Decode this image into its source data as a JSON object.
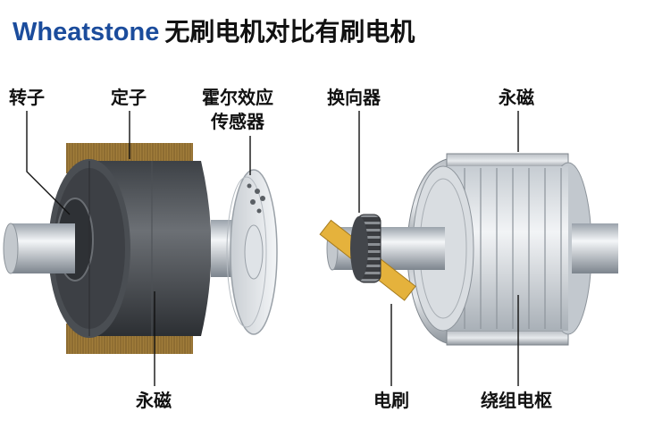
{
  "title": {
    "brand": "Wheatstone",
    "text": "无刷电机对比有刷电机"
  },
  "brushless": {
    "rotor": "转子",
    "stator": "定子",
    "hall_sensor_line1": "霍尔效应",
    "hall_sensor_line2": "传感器",
    "magnet": "永磁"
  },
  "brushed": {
    "commutator": "换向器",
    "magnet": "永磁",
    "brush": "电刷",
    "armature": "绕组电枢"
  },
  "colors": {
    "brand": "#1b4c9c",
    "winding": "#a8803a",
    "core": "#55595e",
    "brush": "#e5b23c"
  }
}
